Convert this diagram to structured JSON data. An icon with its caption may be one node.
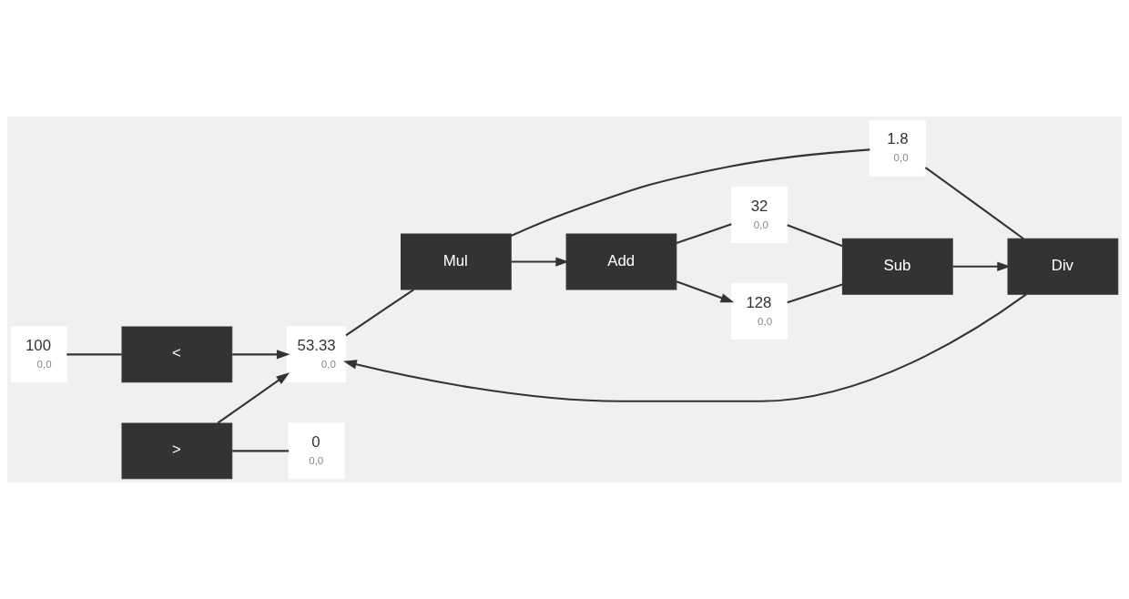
{
  "diagram": {
    "nodes": [
      {
        "text": [
          "100",
          "0,0"
        ]
      },
      {
        "text": [
          "<"
        ]
      },
      {
        "text": [
          ">"
        ]
      },
      {
        "text": [
          "0",
          "0,0"
        ]
      },
      {
        "text": [
          "53.33",
          "0,0"
        ]
      },
      {
        "text": [
          "Mul"
        ]
      },
      {
        "text": [
          "1.8",
          "0,0"
        ]
      },
      {
        "text": [
          "Div"
        ]
      },
      {
        "text": [
          "Add"
        ]
      },
      {
        "text": [
          "32",
          "0,0"
        ]
      },
      {
        "text": [
          "Sub"
        ]
      },
      {
        "text": [
          "128",
          "0,0"
        ]
      }
    ],
    "edges": [
      {
        "from": 0,
        "to": 1,
        "arrow": "none"
      },
      {
        "from": 1,
        "to": 4,
        "arrow": "to"
      },
      {
        "from": 2,
        "to": 4,
        "arrow": "to"
      },
      {
        "from": 2,
        "to": 3,
        "arrow": "none"
      },
      {
        "from": 4,
        "to": 5,
        "arrow": "none"
      },
      {
        "from": 5,
        "to": 8,
        "arrow": "to"
      },
      {
        "from": 5,
        "to": 6,
        "arrow": "none"
      },
      {
        "from": 6,
        "to": 7,
        "arrow": "none"
      },
      {
        "from": 7,
        "to": 4,
        "arrow": "to"
      },
      {
        "from": 8,
        "to": 11,
        "arrow": "to"
      },
      {
        "from": 8,
        "to": 9,
        "arrow": "none"
      },
      {
        "from": 9,
        "to": 10,
        "arrow": "none"
      },
      {
        "from": 11,
        "to": 10,
        "arrow": "none"
      },
      {
        "from": 10,
        "to": 7,
        "arrow": "to"
      }
    ]
  }
}
